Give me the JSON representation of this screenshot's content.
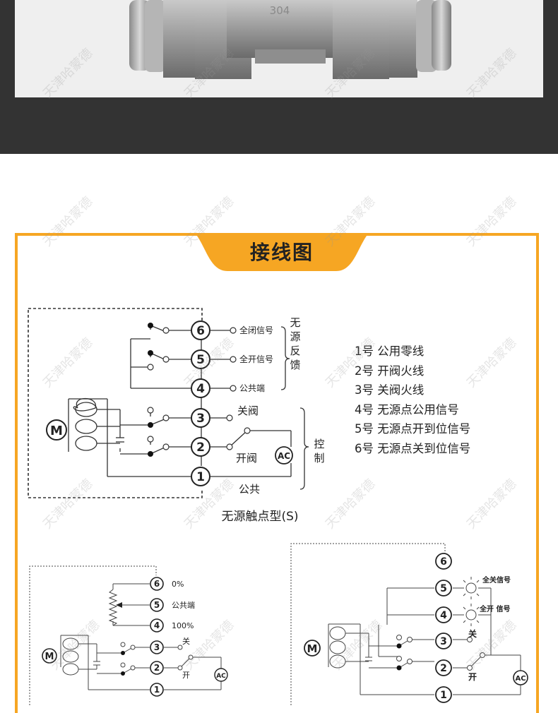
{
  "photo": {
    "engraving": "304"
  },
  "section_title": "接线图",
  "watermark": "天津哈蒙德",
  "main_diagram": {
    "caption": "无源触点型(S)",
    "terminals": [
      "6",
      "5",
      "4",
      "3",
      "2",
      "1"
    ],
    "feedback_labels": {
      "closed": "全闭信号",
      "open": "全开信号",
      "common": "公共端"
    },
    "feedback_group": "无源反馈",
    "control_labels": {
      "close": "关阀",
      "open": "开阀",
      "common": "公共"
    },
    "control_group": "控制",
    "motor": "M",
    "ac": "AC"
  },
  "legend": [
    "1号  公用零线",
    "2号  开阀火线",
    "3号  关阀火线",
    "4号  无源点公用信号",
    "5号  无源点开到位信号",
    "6号  无源点关到位信号"
  ],
  "diagram_potentiometer": {
    "labels": {
      "t6": "0%",
      "t5": "公共端",
      "t4": "100%",
      "close": "关",
      "open": "开"
    },
    "motor": "M",
    "ac": "AC"
  },
  "diagram_lamp": {
    "labels": {
      "closed": "全关信号",
      "open": "全开 信号",
      "close": "关",
      "open_ctrl": "开"
    },
    "motor": "M",
    "ac": "AC"
  }
}
